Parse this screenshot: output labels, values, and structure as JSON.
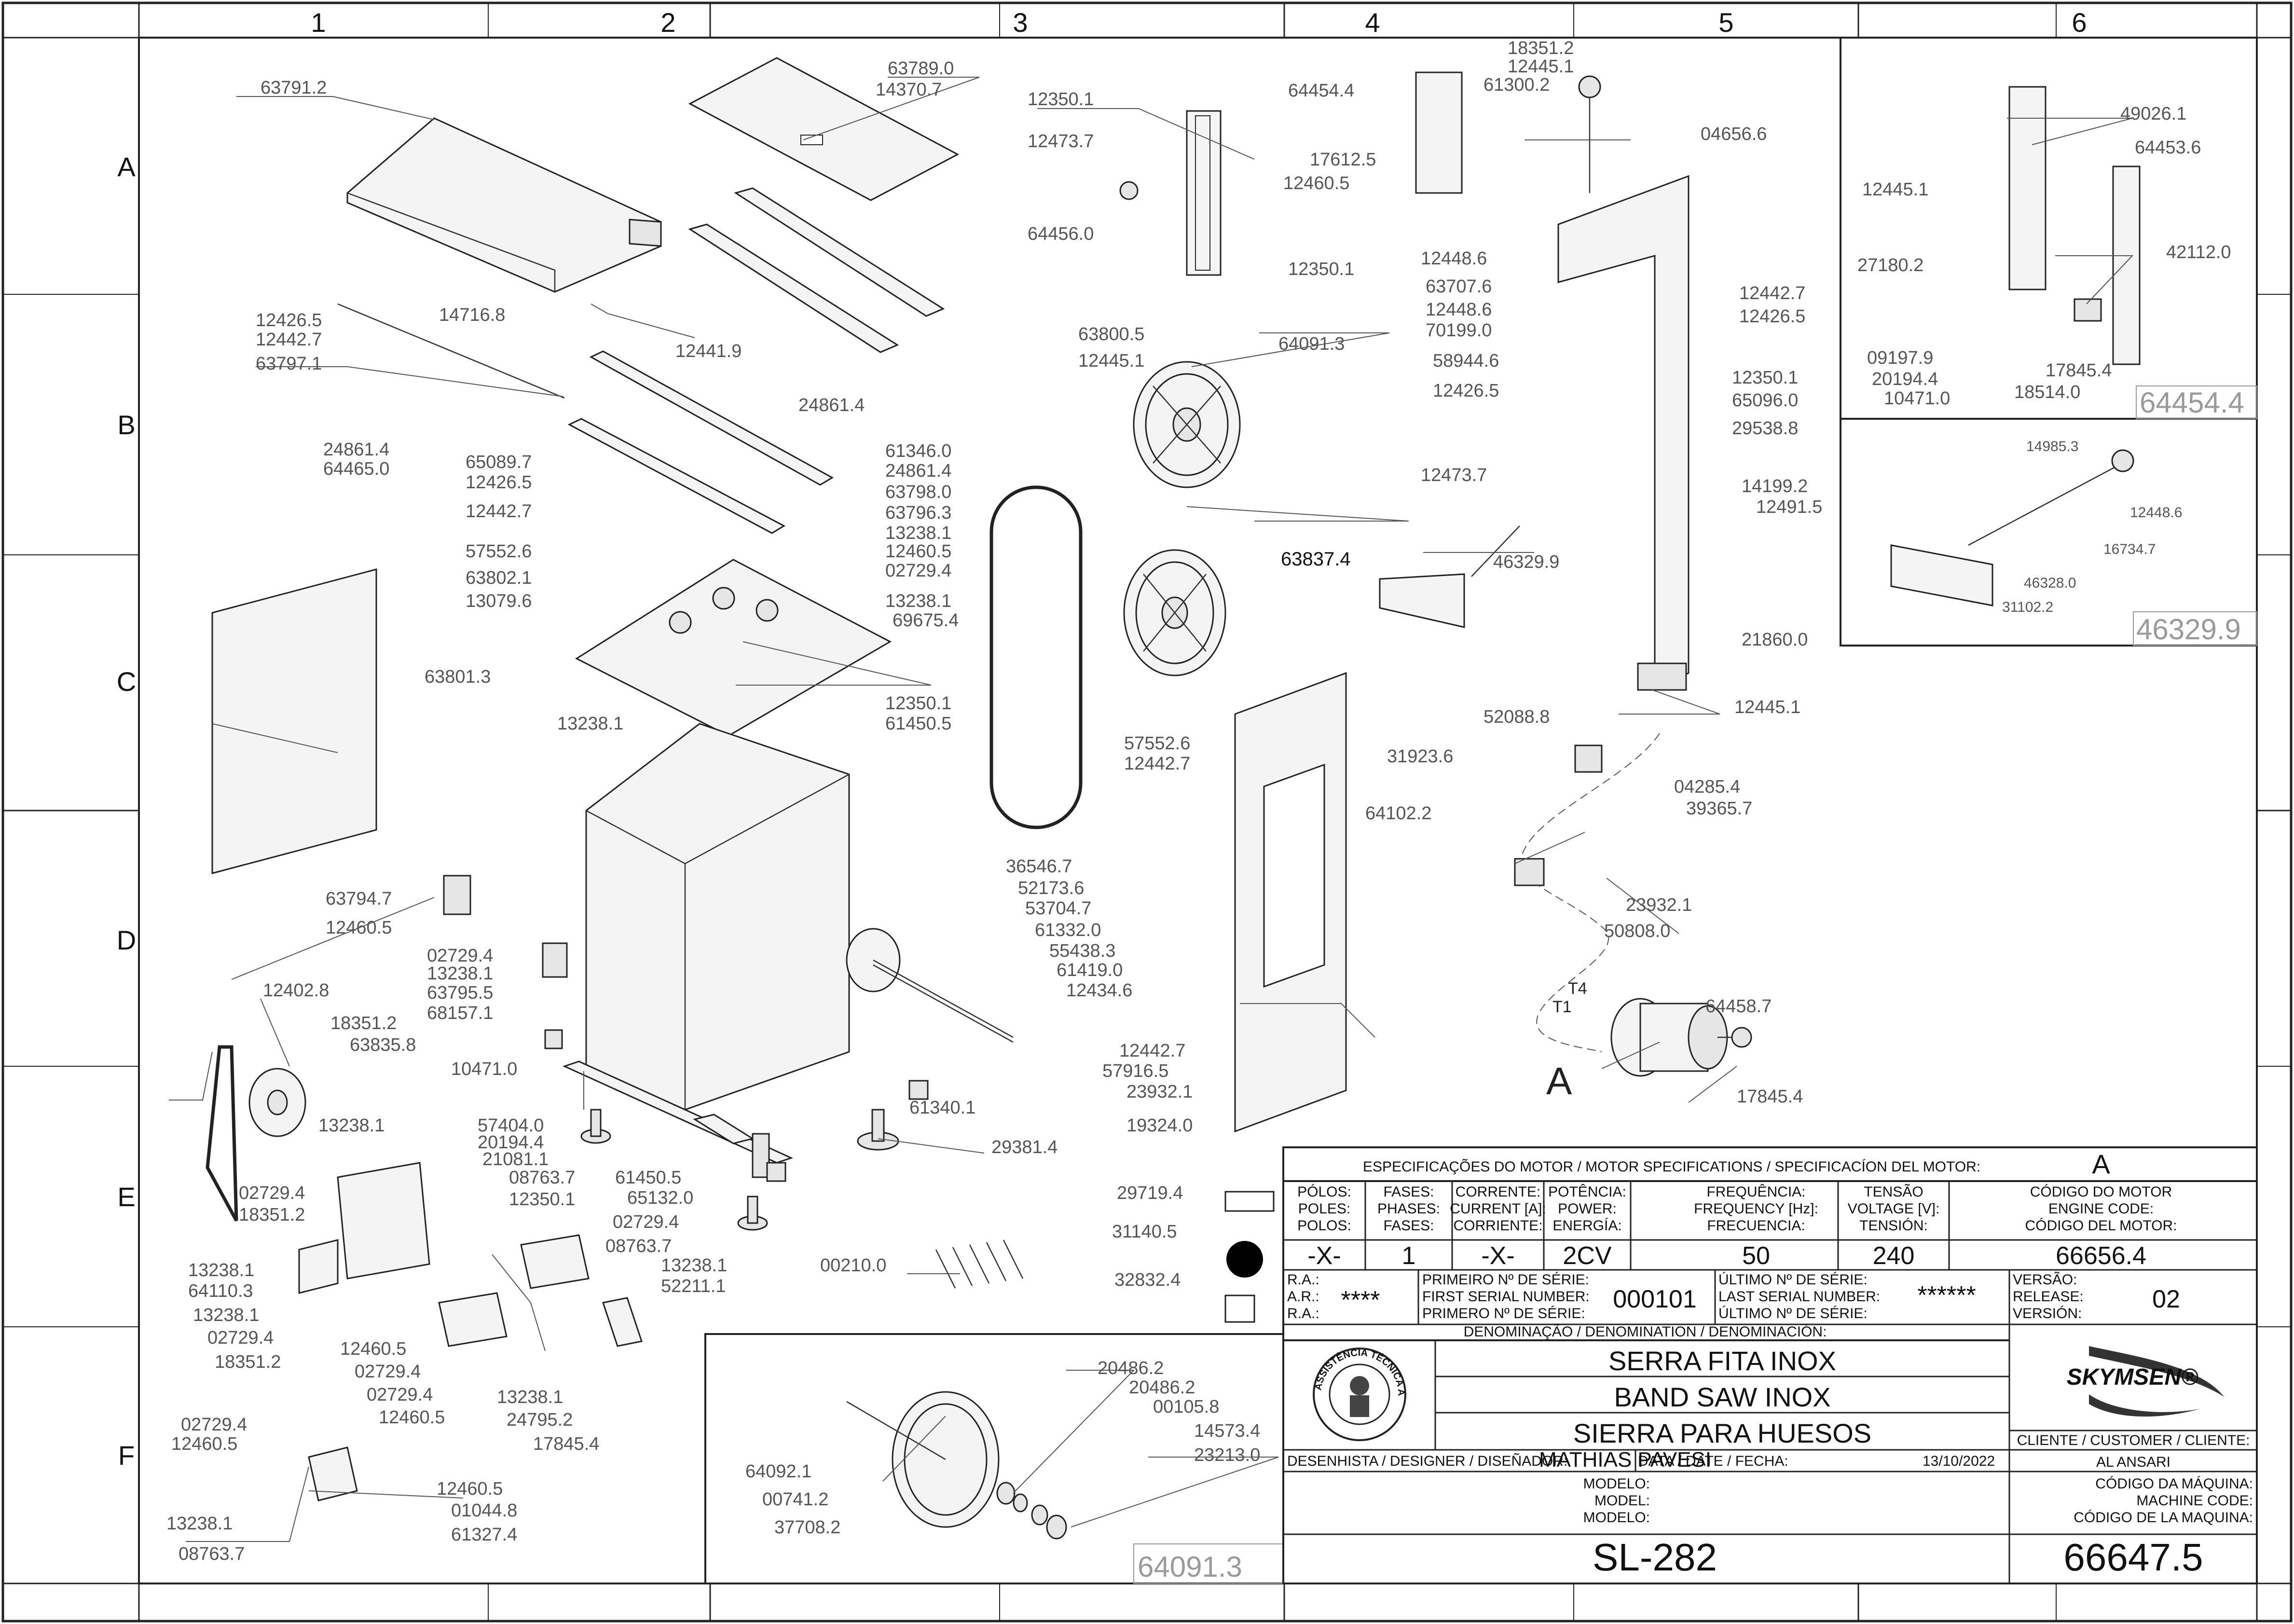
{
  "grid": {
    "columns": [
      "1",
      "2",
      "3",
      "4",
      "5",
      "6"
    ],
    "rows": [
      "A",
      "B",
      "C",
      "D",
      "E",
      "F"
    ]
  },
  "callouts": [
    "63791.2",
    "63789.0",
    "14370.7",
    "12350.1",
    "64454.4",
    "18351.2",
    "12445.1",
    "61300.2",
    "04656.6",
    "49026.1",
    "64453.6",
    "12473.7",
    "17612.5",
    "12460.5",
    "64456.0",
    "12350.1",
    "12445.1",
    "27180.2",
    "42112.0",
    "12426.5",
    "12442.7",
    "63797.1",
    "14716.8",
    "12441.9",
    "63800.5",
    "12445.1",
    "64091.3",
    "12448.6",
    "63707.6",
    "12448.6",
    "70199.0",
    "58944.6",
    "12426.5",
    "12442.7",
    "12426.5",
    "09197.9",
    "20194.4",
    "10471.0",
    "17845.4",
    "18514.0",
    "24861.4",
    "24861.4",
    "64465.0",
    "61346.0",
    "24861.4",
    "63798.0",
    "12350.1",
    "65096.0",
    "29538.8",
    "65089.7",
    "12426.5",
    "12442.7",
    "63796.3",
    "13238.1",
    "12473.7",
    "14199.2",
    "12491.5",
    "14985.3",
    "12448.6",
    "16734.7",
    "46328.0",
    "31102.2",
    "57552.6",
    "12460.5",
    "63802.1",
    "02729.4",
    "13079.6",
    "13238.1",
    "69675.4",
    "63837.4",
    "46329.9",
    "63801.3",
    "21860.0",
    "12445.1",
    "13238.1",
    "12350.1",
    "61450.5",
    "52088.8",
    "57552.6",
    "12442.7",
    "31923.6",
    "04285.4",
    "39365.7",
    "64102.2",
    "63794.7",
    "12460.5",
    "36546.7",
    "52173.6",
    "53704.7",
    "61332.0",
    "23932.1",
    "50808.0",
    "02729.4",
    "13238.1",
    "63795.5",
    "68157.1",
    "55438.3",
    "61419.0",
    "12434.6",
    "12402.8",
    "18351.2",
    "63835.8",
    "10471.0",
    "64458.7",
    "12442.7",
    "57916.5",
    "23932.1",
    "19324.0",
    "17845.4",
    "61340.1",
    "13238.1",
    "57404.0",
    "20194.4",
    "21081.1",
    "08763.7",
    "61450.5",
    "65132.0",
    "29381.4",
    "02729.4",
    "18351.2",
    "12350.1",
    "02729.4",
    "08763.7",
    "13238.1",
    "52211.1",
    "29719.4",
    "31140.5",
    "13238.1",
    "64110.3",
    "13238.1",
    "02729.4",
    "18351.2",
    "12460.5",
    "02729.4",
    "02729.4",
    "12460.5",
    "13238.1",
    "24795.2",
    "17845.4",
    "00210.0",
    "32832.4",
    "20486.2",
    "20486.2",
    "00105.8",
    "14573.4",
    "23213.0",
    "64092.1",
    "00741.2",
    "37708.2",
    "02729.4",
    "12460.5",
    "12460.5",
    "01044.8",
    "61327.4",
    "13238.1",
    "08763.7"
  ],
  "ghost_labels": {
    "detail_1": "64454.4",
    "detail_2": "46329.9",
    "detail_3": "64091.3"
  },
  "motor_marker": "A",
  "wire_labels": [
    "T4",
    "T1"
  ],
  "title_block": {
    "specs_header": "ESPECIFICAÇÕES DO MOTOR / MOTOR SPECIFICATIONS / SPECIFICACÍON DEL MOTOR:",
    "specs_ref": "A",
    "cols": [
      {
        "head": [
          "PÓLOS:",
          "POLES:",
          "POLOS:"
        ],
        "value": "-X-"
      },
      {
        "head": [
          "FASES:",
          "PHASES:",
          "FASES:"
        ],
        "value": "1"
      },
      {
        "head": [
          "CORRENTE:",
          "CURRENT [A]:",
          "CORRIENTE:"
        ],
        "value": "-X-"
      },
      {
        "head": [
          "POTÊNCIA:",
          "POWER:",
          "ENERGÍA:"
        ],
        "value": "2CV"
      },
      {
        "head": [
          "FREQUÊNCIA:",
          "FREQUENCY [Hz]:",
          "FRECUENCIA:"
        ],
        "value": "50"
      },
      {
        "head": [
          "TENSÃO",
          "VOLTAGE [V]:",
          "TENSIÓN:"
        ],
        "value": "240"
      },
      {
        "head": [
          "CÓDIGO DO MOTOR",
          "ENGINE CODE:",
          "CÓDIGO DEL MOTOR:"
        ],
        "value": "66656.4"
      }
    ],
    "ra_labels": [
      "R.A.:",
      "A.R.:",
      "R.A.:"
    ],
    "ra_value": "****",
    "first_serial_labels": [
      "PRIMEIRO Nº DE SÉRIE:",
      "FIRST SERIAL NUMBER:",
      "PRIMERO Nº DE SÉRIE:"
    ],
    "first_serial": "000101",
    "last_serial_labels": [
      "ÚLTIMO Nº DE SÉRIE:",
      "LAST SERIAL NUMBER:",
      "ÚLTIMO Nº DE SÉRIE:"
    ],
    "last_serial": "******",
    "version_labels": [
      "VERSÃO:",
      "RELEASE:",
      "VERSIÓN:"
    ],
    "version": "02",
    "denomination_header": "DENOMINAÇÃO / DENOMINATION / DENOMINACIÓN:",
    "names": [
      "SERRA FITA INOX",
      "BAND SAW INOX",
      "SIERRA PARA HUESOS"
    ],
    "brand": "SKYMSEN®",
    "seal_text": "ASSISTÊNCIA TÉCNICA AUTORIZADA",
    "customer_label": "CLIENTE / CUSTOMER / CLIENTE:",
    "customer": "AL ANSARI",
    "designer_label": "DESENHISTA / DESIGNER / DISEÑADOR:",
    "designer": "MATHIAS PAVESI",
    "date_label": "DATA / DATE / FECHA:",
    "date": "13/10/2022",
    "model_labels": [
      "MODELO:",
      "MODEL:",
      "MODELO:"
    ],
    "model": "SL-282",
    "machine_code_labels": [
      "CÓDIGO DA MÁQUINA:",
      "MACHINE CODE:",
      "CÓDIGO DE LA MAQUINA:"
    ],
    "machine_code": "66647.5"
  }
}
